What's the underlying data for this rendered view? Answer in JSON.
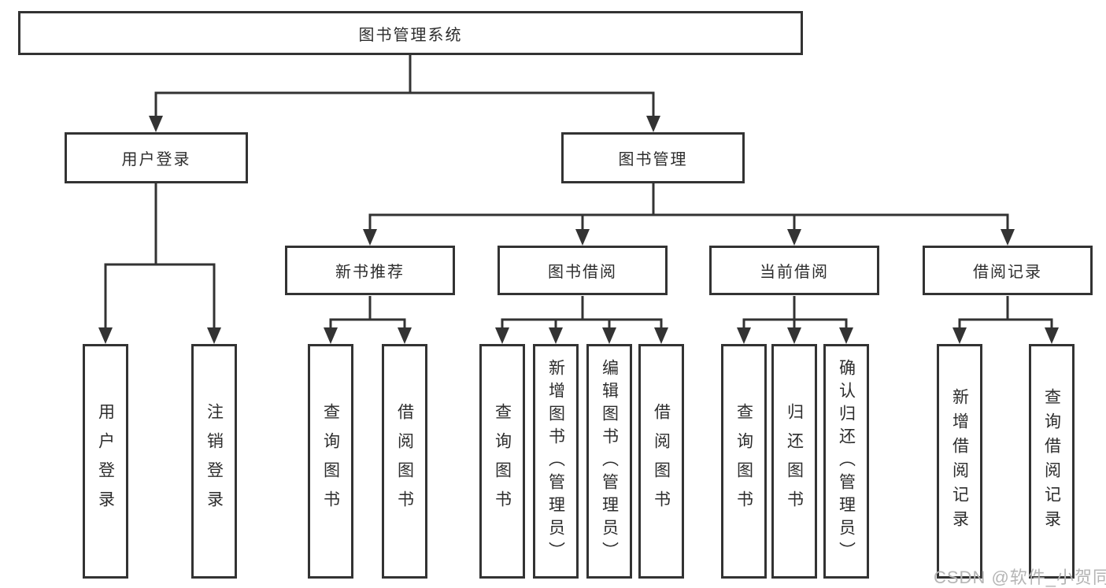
{
  "nodes": {
    "root": "图书管理系统",
    "user_login": "用户登录",
    "book_management": "图书管理",
    "new_book_recommendation": "新书推荐",
    "book_borrowing": "图书借阅",
    "current_borrowing": "当前借阅",
    "borrowing_records": "借阅记录",
    "leaves": [
      "用户登录",
      "注销登录",
      "查询图书",
      "借阅图书",
      "查询图书",
      "新增图书（管理员）",
      "编辑图书（管理员）",
      "借阅图书",
      "查询图书",
      "归还图书",
      "确认归还（管理员）",
      "新增借阅记录",
      "查询借阅记录"
    ]
  },
  "watermark": "CSDN @软件_小贺同学",
  "colors": {
    "line": "#333333",
    "text": "#2d2d2d",
    "background": "#ffffff",
    "watermark": "#b5b5b5"
  }
}
